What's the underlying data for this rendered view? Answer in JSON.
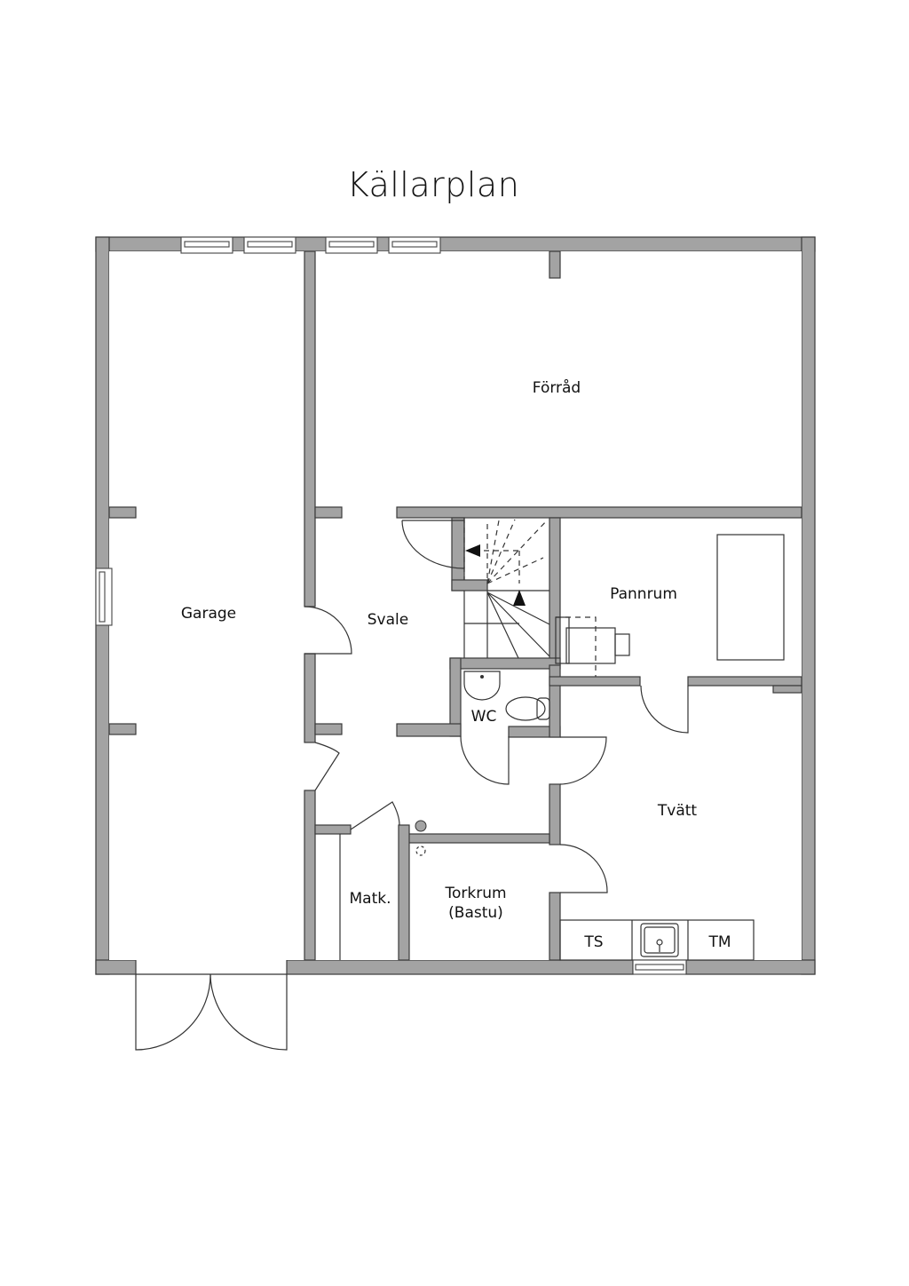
{
  "plan": {
    "title": "Källarplan",
    "wall_color": "#a3a3a3",
    "rooms": [
      {
        "id": "forrad",
        "label": "Förråd"
      },
      {
        "id": "garage",
        "label": "Garage"
      },
      {
        "id": "svale",
        "label": "Svale"
      },
      {
        "id": "pannrum",
        "label": "Pannrum"
      },
      {
        "id": "wc",
        "label": "WC"
      },
      {
        "id": "tvatt",
        "label": "Tvätt"
      },
      {
        "id": "matk",
        "label": "Matk."
      },
      {
        "id": "torkrum",
        "label": "Torkrum",
        "sublabel": "(Bastu)"
      }
    ],
    "fixtures": {
      "ts": "TS",
      "tm": "TM"
    }
  }
}
